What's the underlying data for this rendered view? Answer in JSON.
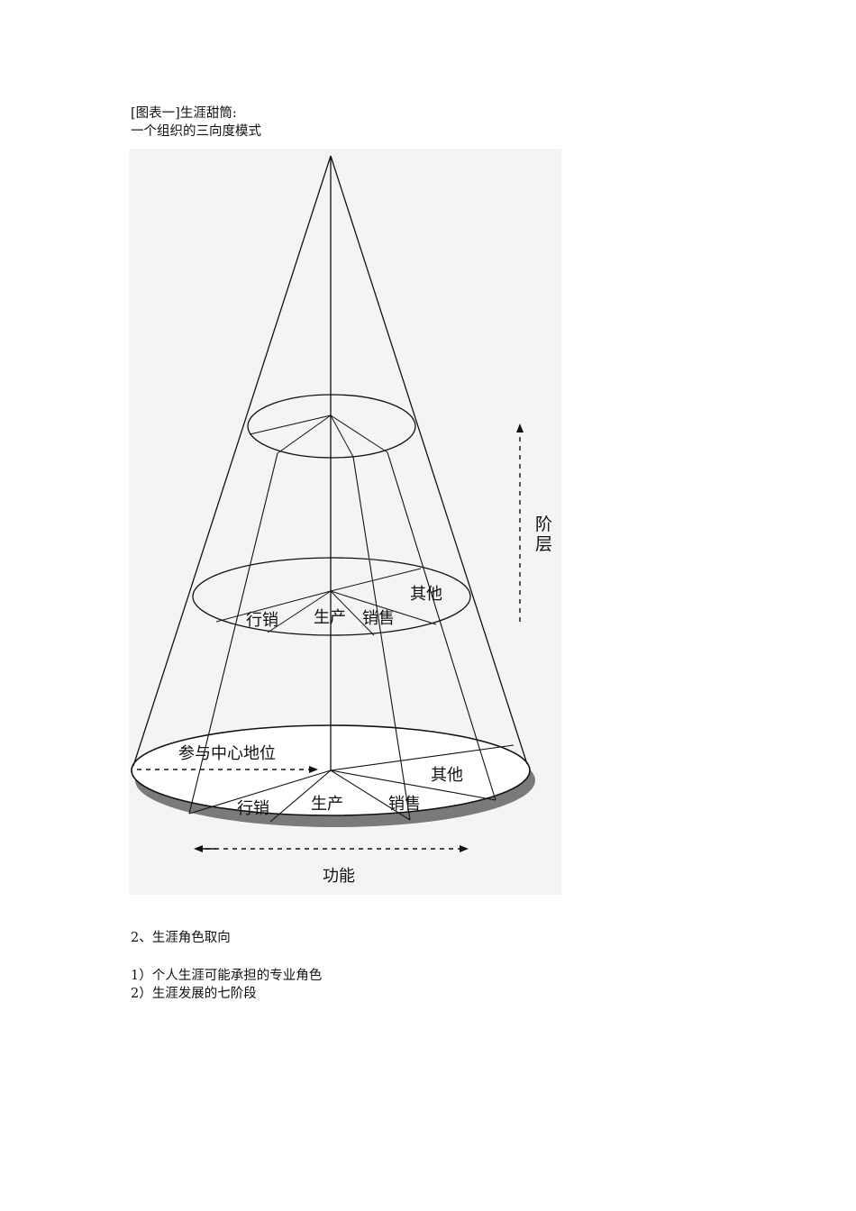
{
  "caption": {
    "line1": "[图表一]生涯甜筒:",
    "line2": "一个组织的三向度模式"
  },
  "figure": {
    "axis_vertical_label": "阶层",
    "axis_vertical_char1": "阶",
    "axis_vertical_char2": "层",
    "axis_horizontal_label": "功能",
    "radial_label": "参与中心地位",
    "middle_ellipse": {
      "label_left": "行销",
      "label_center": "生产",
      "label_right": "销售",
      "label_other": "其他"
    },
    "base_ellipse": {
      "label_left": "行销",
      "label_center": "生产",
      "label_right": "销售",
      "label_other": "其他"
    }
  },
  "section": {
    "heading": "2、生涯角色取向",
    "items": [
      "1）个人生涯可能承担的专业角色",
      "2）生涯发展的七阶段"
    ]
  }
}
